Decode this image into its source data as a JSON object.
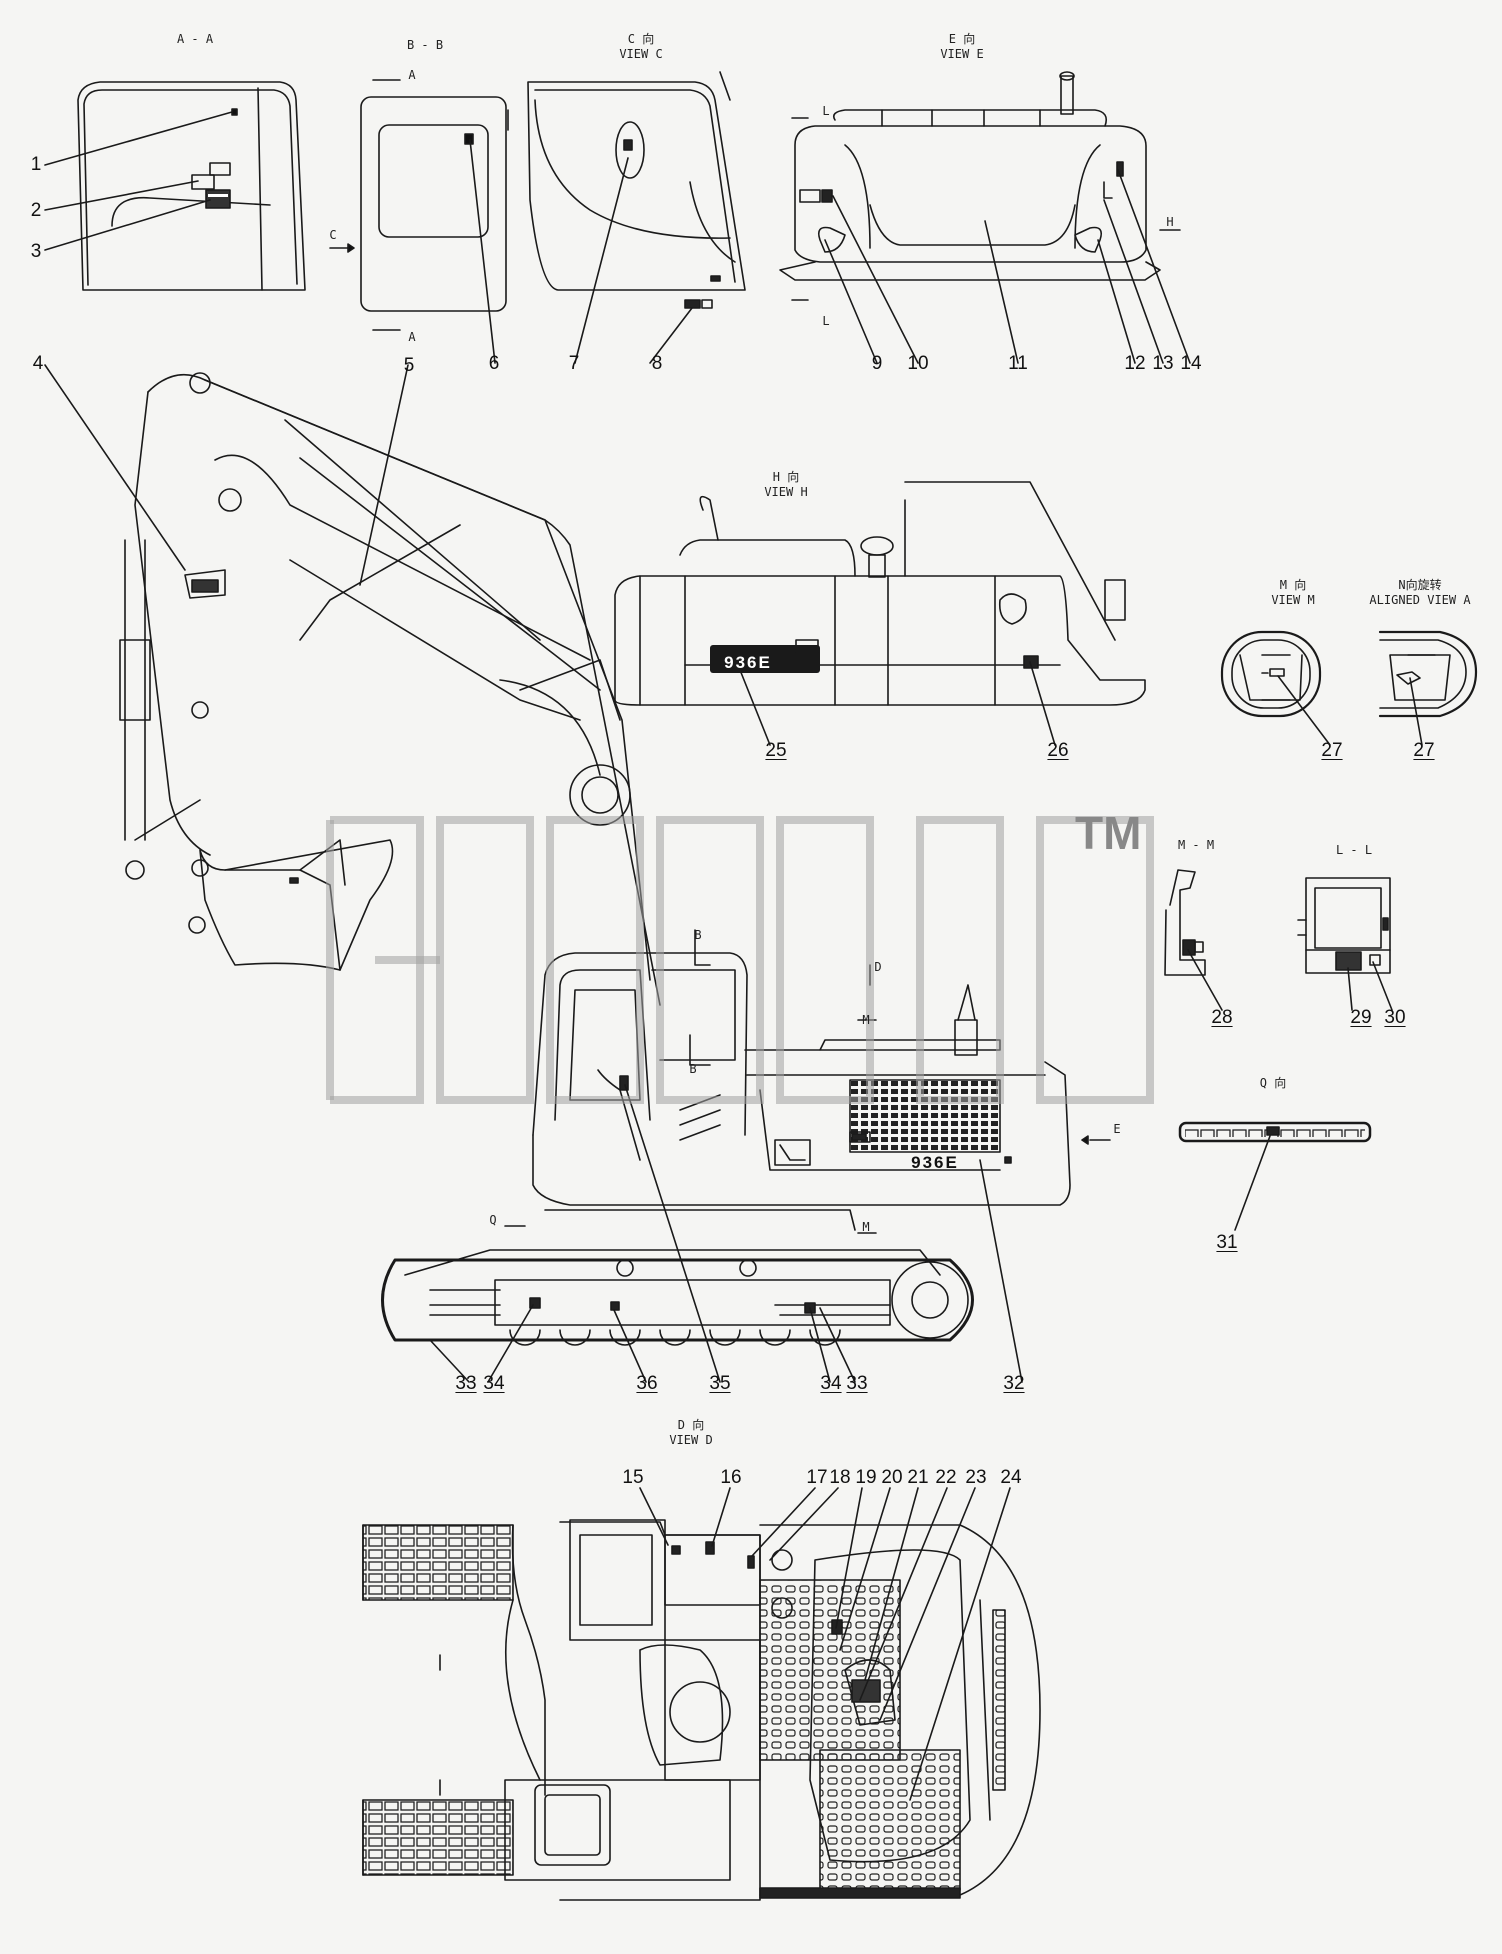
{
  "view_titles": {
    "aa": "A - A",
    "bb": "B - B",
    "c_cn": "C 向",
    "c_en": "VIEW C",
    "e_cn": "E 向",
    "e_en": "VIEW E",
    "h_cn": "H 向",
    "h_en": "VIEW H",
    "m_cn": "M 向",
    "m_en": "VIEW M",
    "n_cn": "N向旋转",
    "n_en": "ALIGNED VIEW A",
    "mm": "M - M",
    "ll": "L - L",
    "q_cn": "Q 向",
    "d_cn": "D 向",
    "d_en": "VIEW D"
  },
  "callouts": [
    "1",
    "2",
    "3",
    "4",
    "5",
    "6",
    "7",
    "8",
    "9",
    "10",
    "11",
    "12",
    "13",
    "14",
    "15",
    "16",
    "17",
    "18",
    "19",
    "20",
    "21",
    "22",
    "23",
    "24",
    "25",
    "26",
    "27",
    "28",
    "29",
    "30",
    "31",
    "32",
    "33",
    "34",
    "35",
    "36"
  ],
  "section_marks": {
    "a": "A",
    "c": "C",
    "l": "L",
    "h": "H",
    "b": "B",
    "d": "D",
    "m": "M",
    "e": "E",
    "q": "Q"
  },
  "model_badge": "936E",
  "watermark": {
    "text": "TM",
    "color": "#8c8c8c"
  },
  "colors": {
    "line": "#1a1a1a",
    "background": "#f5f5f3",
    "watermark": "#9a9a9a"
  }
}
